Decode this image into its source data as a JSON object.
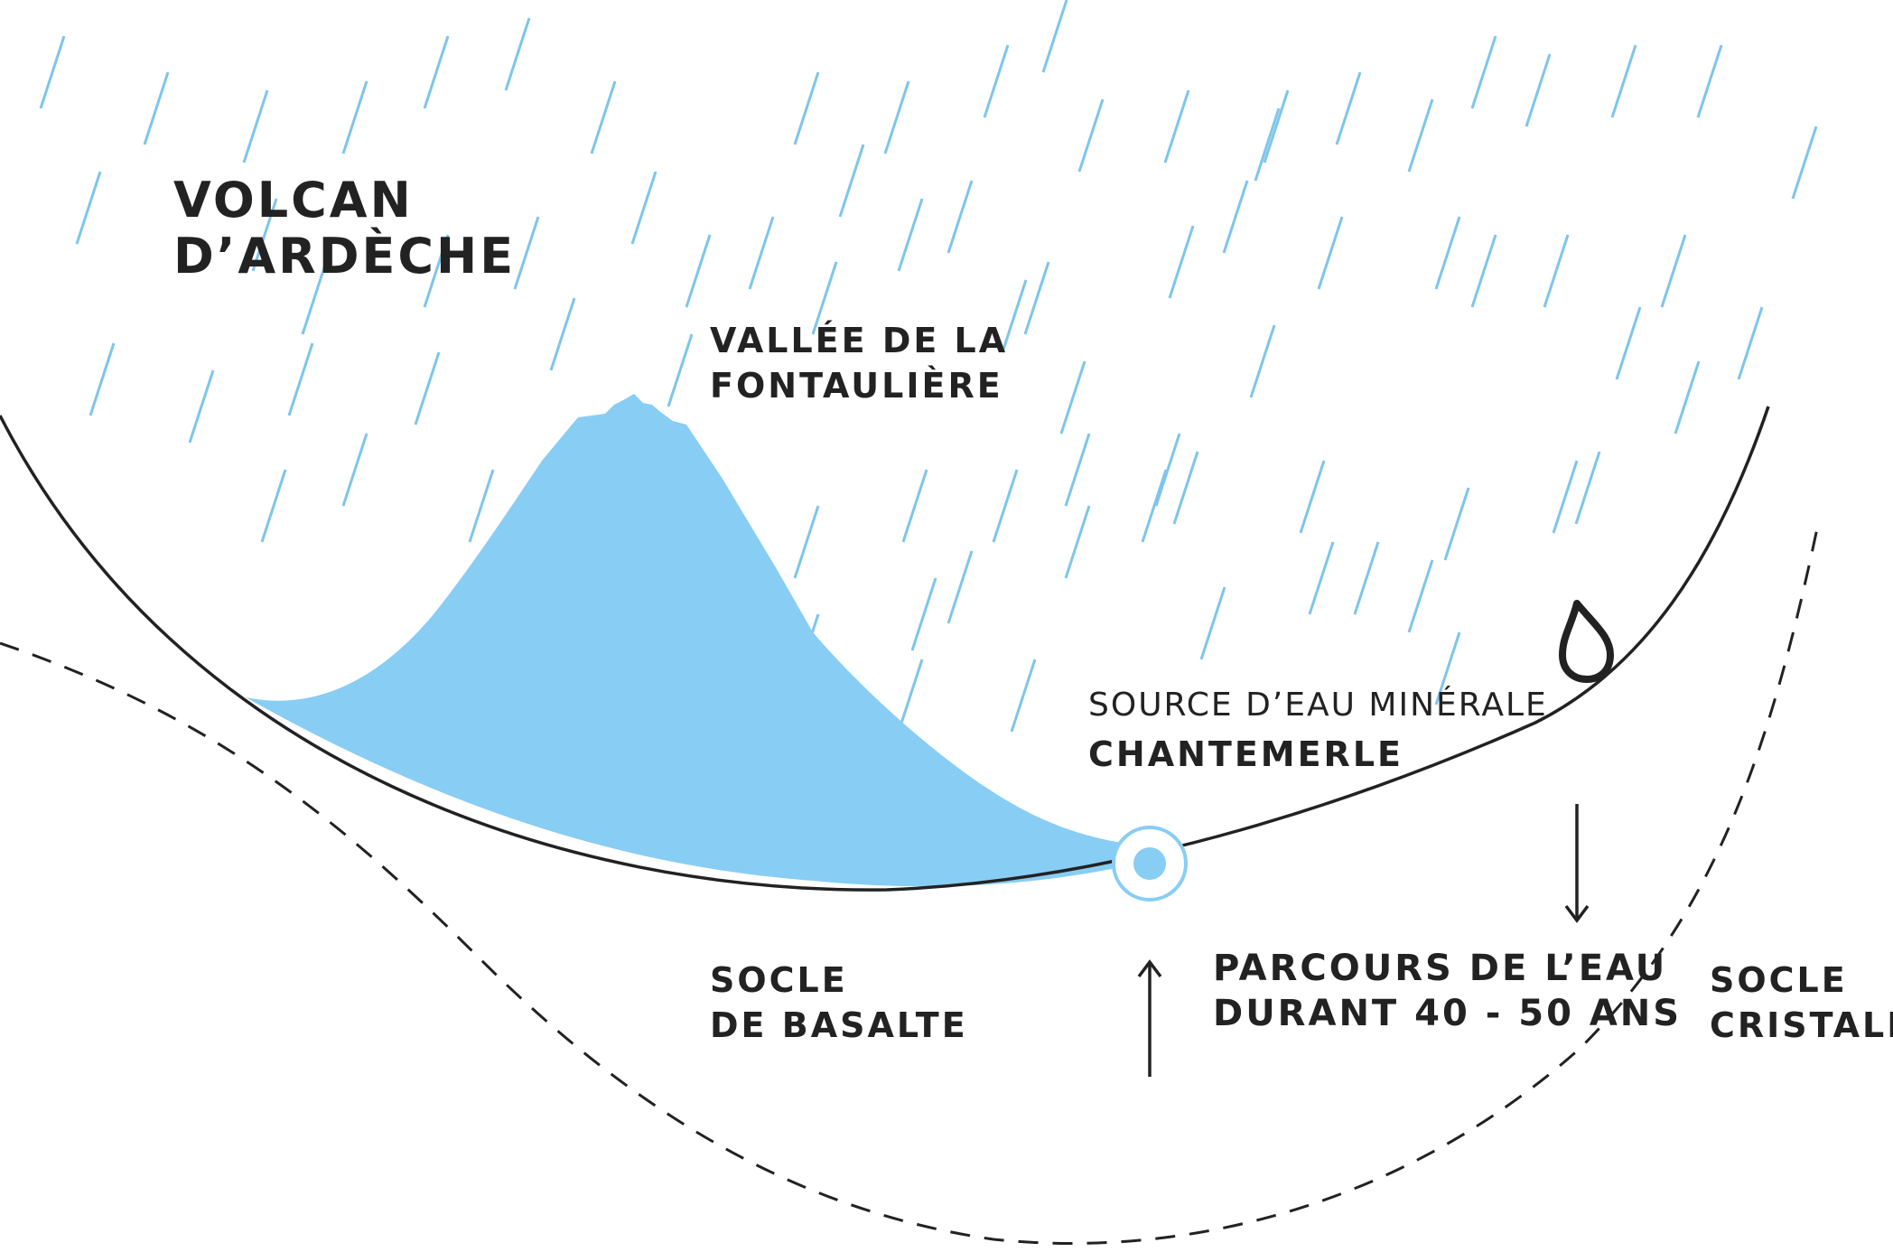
{
  "colors": {
    "rain": "#7ec5ec",
    "water": "#88cdf4",
    "line": "#222222",
    "background": "#ffffff"
  },
  "labels": {
    "volcano_line1": "VOLCAN",
    "volcano_line2": "D’ARDÈCHE",
    "valley_line1": "VALLÉE DE LA",
    "valley_line2": "FONTAULIÈRE",
    "source_line1": "SOURCE D’EAU MINÉRALE",
    "source_line2": "CHANTEMERLE",
    "basalt_line1": "SOCLE",
    "basalt_line2": "DE BASALTE",
    "journey_line1": "PARCOURS DE L’EAU",
    "journey_line2": "DURANT 40 - 50 ANS",
    "crystal_line1": "SOCLE",
    "crystal_line2": "CRISTALLIN"
  },
  "icons": {
    "drop": "water-drop-icon",
    "source": "spring-source-icon",
    "down": "arrow-down-icon",
    "up": "arrow-up-icon"
  }
}
